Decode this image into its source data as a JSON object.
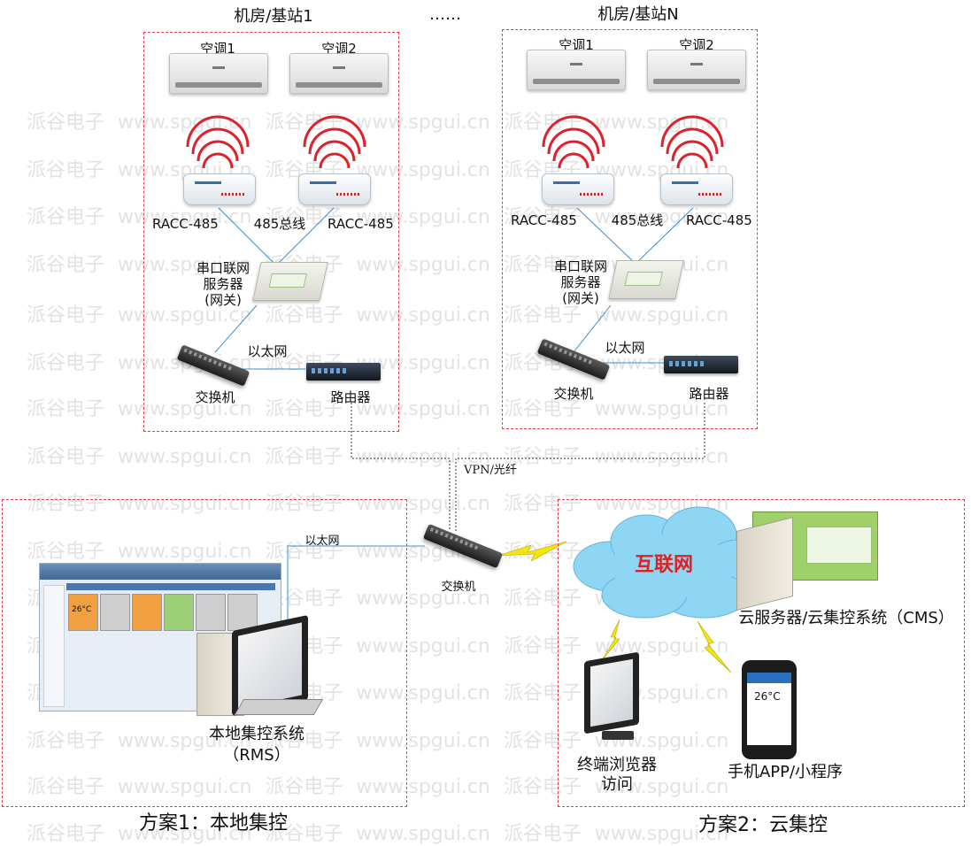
{
  "title_left": "机房/基站1",
  "title_ellipsis": "……",
  "title_right": "机房/基站N",
  "left_site": {
    "ac1": "空调1",
    "ac2": "空调2",
    "racc_left": "RACC-485",
    "bus": "485总线",
    "racc_right": "RACC-485",
    "gateway": "串口联网\n服务器\n(网关)",
    "ethernet": "以太网",
    "switch": "交换机",
    "router": "路由器"
  },
  "right_site": {
    "ac1": "空调1",
    "ac2": "空调2",
    "racc_left": "RACC-485",
    "bus": "485总线",
    "racc_right": "RACC-485",
    "gateway": "串口联网\n服务器\n(网关)",
    "ethernet": "以太网",
    "switch": "交换机",
    "router": "路由器"
  },
  "vpn": "VPN/光纤",
  "center_switch": "交换机",
  "rms": {
    "ethernet": "以太网",
    "system": "本地集控系统\n（RMS）",
    "caption": "方案1：本地集控",
    "app_tile_temp": "26°C"
  },
  "cms": {
    "internet": "互联网",
    "server": "云服务器/云集控系统（CMS）",
    "browser": "终端浏览器\n访问",
    "phone": "手机APP/小程序",
    "phone_temp": "26°C",
    "caption": "方案2：云集控"
  },
  "watermark": "派谷电子  www.spgui.cn  派谷电子  www.spgui.cn  派谷电子  www.spgui.cn",
  "colors": {
    "dash_border": "#e0404a",
    "internet_text": "#e02020",
    "link_line": "#3a8fd0",
    "wifi": "#e0202a",
    "lightning": "#f2e60a",
    "cloud": "#8fd6f4"
  }
}
